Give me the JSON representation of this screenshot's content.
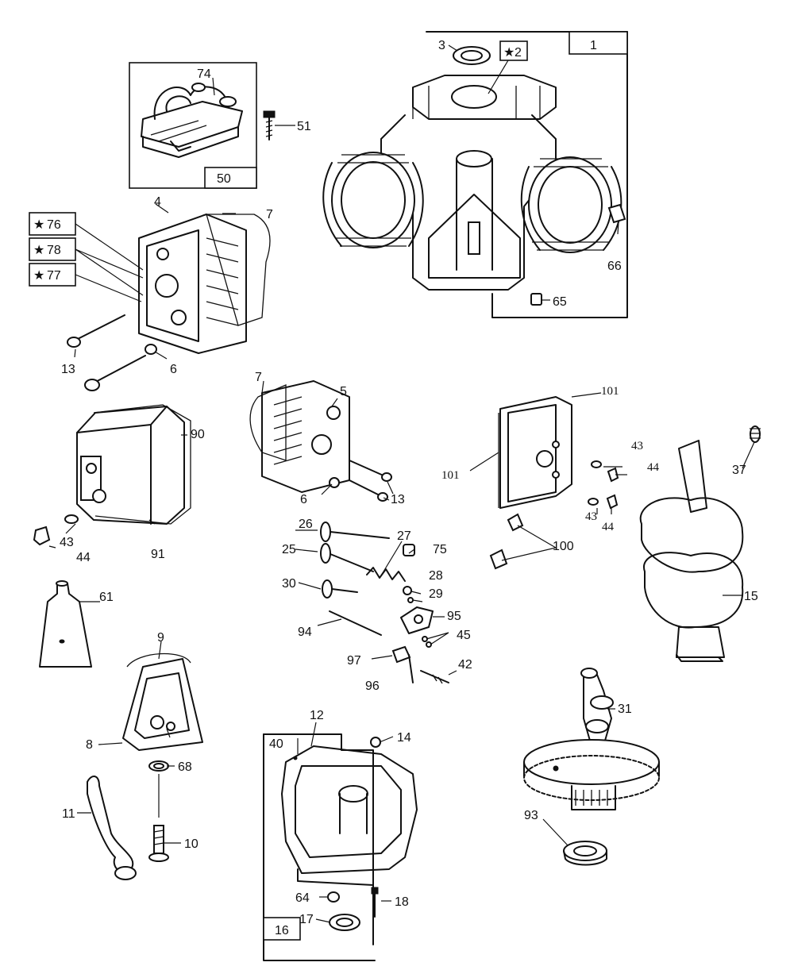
{
  "callouts": {
    "c1": "1",
    "c2": "2",
    "c3": "3",
    "c4": "4",
    "c5": "5",
    "c6a": "6",
    "c6b": "6",
    "c7a": "7",
    "c7b": "7",
    "c8": "8",
    "c9": "9",
    "c10": "10",
    "c11": "11",
    "c12": "12",
    "c13a": "13",
    "c13b": "13",
    "c14": "14",
    "c15": "15",
    "c16": "16",
    "c17": "17",
    "c18": "18",
    "c25": "25",
    "c26": "26",
    "c27": "27",
    "c28": "28",
    "c29": "29",
    "c30": "30",
    "c31": "31",
    "c37": "37",
    "c40": "40",
    "c42": "42",
    "c43a": "43",
    "c43b": "43",
    "c43c": "43",
    "c44a": "44",
    "c44b": "44",
    "c44c": "44",
    "c45": "45",
    "c50": "50",
    "c51": "51",
    "c61": "61",
    "c64": "64",
    "c65": "65",
    "c66": "66",
    "c68": "68",
    "c74": "74",
    "c75": "75",
    "c76": "76",
    "c77": "77",
    "c78": "78",
    "c90": "90",
    "c91": "91",
    "c93": "93",
    "c94": "94",
    "c95": "95",
    "c96": "96",
    "c97": "97",
    "c100": "100",
    "c101a": "101",
    "c101b": "101"
  },
  "star_symbol": "★",
  "colors": {
    "ink": "#111111",
    "paper": "#ffffff"
  }
}
